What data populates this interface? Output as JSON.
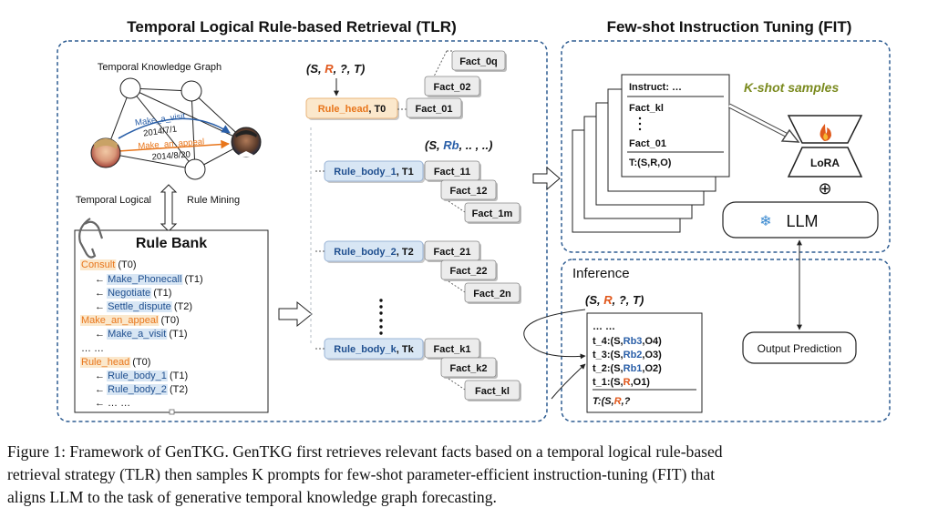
{
  "tlr": {
    "title": "Temporal Logical Rule-based Retrieval (TLR)",
    "tkg_label": "Temporal Knowledge Graph",
    "edge_visit": "Make_a_visit",
    "date_visit": "2014/7/1",
    "edge_appeal": "Make_an_appeal",
    "date_appeal": "2014/8/20",
    "mining_left": "Temporal Logical",
    "mining_right": "Rule Mining",
    "rule_bank": {
      "title": "Rule Bank",
      "lines": [
        {
          "parts": [
            {
              "t": "Consult",
              "c": "head"
            },
            {
              "t": " (T0)",
              "c": "plain"
            }
          ]
        },
        {
          "parts": [
            {
              "t": "← ",
              "c": "plain"
            },
            {
              "t": "Make_Phonecall",
              "c": "body"
            },
            {
              "t": " (T1)",
              "c": "plain"
            }
          ]
        },
        {
          "parts": [
            {
              "t": "← ",
              "c": "plain"
            },
            {
              "t": "Negotiate",
              "c": "body"
            },
            {
              "t": " (T1)",
              "c": "plain"
            }
          ]
        },
        {
          "parts": [
            {
              "t": "← ",
              "c": "plain"
            },
            {
              "t": "Settle_dispute",
              "c": "body"
            },
            {
              "t": " (T2)",
              "c": "plain"
            }
          ]
        },
        {
          "parts": [
            {
              "t": "Make_an_appeal",
              "c": "head"
            },
            {
              "t": " (T0)",
              "c": "plain"
            }
          ]
        },
        {
          "parts": [
            {
              "t": "← ",
              "c": "plain"
            },
            {
              "t": "Make_a_visit",
              "c": "body"
            },
            {
              "t": " (T1)",
              "c": "plain"
            }
          ]
        },
        {
          "parts": [
            {
              "t": "… …",
              "c": "plain"
            }
          ]
        },
        {
          "parts": [
            {
              "t": "Rule_head",
              "c": "head"
            },
            {
              "t": " (T0)",
              "c": "plain"
            }
          ]
        },
        {
          "parts": [
            {
              "t": "← ",
              "c": "plain"
            },
            {
              "t": "Rule_body_1",
              "c": "body"
            },
            {
              "t": " (T1)",
              "c": "plain"
            }
          ]
        },
        {
          "parts": [
            {
              "t": "← ",
              "c": "plain"
            },
            {
              "t": "Rule_body_2",
              "c": "body"
            },
            {
              "t": " (T2)",
              "c": "plain"
            }
          ]
        },
        {
          "parts": [
            {
              "t": "← … …",
              "c": "plain"
            }
          ]
        }
      ]
    },
    "query": {
      "parts": [
        {
          "t": "(S, ",
          "c": "plain"
        },
        {
          "t": "R",
          "c": "red"
        },
        {
          "t": ", ?,  T)",
          "c": "plain"
        }
      ]
    },
    "query_rb": {
      "parts": [
        {
          "t": "(S, ",
          "c": "plain"
        },
        {
          "t": "Rb",
          "c": "blue"
        },
        {
          "t": ", .. , ..)",
          "c": "plain"
        }
      ]
    },
    "rule_head": {
      "name": "Rule_head",
      "time": ", T0",
      "facts": [
        "Fact_0q",
        "Fact_02",
        "Fact_01"
      ]
    },
    "rule_bodies": [
      {
        "name": "Rule_body_1",
        "time": ", T1",
        "facts": [
          "Fact_11",
          "Fact_12",
          "Fact_1m"
        ]
      },
      {
        "name": "Rule_body_2",
        "time": ", T2",
        "facts": [
          "Fact_21",
          "Fact_22",
          "Fact_2n"
        ]
      },
      {
        "name": "Rule_body_k",
        "time": ", Tk",
        "facts": [
          "Fact_k1",
          "Fact_k2",
          "Fact_kl"
        ]
      }
    ]
  },
  "fit": {
    "title": "Few-shot Instruction Tuning (FIT)",
    "instruct": "Instruct: …",
    "fact_kl": "Fact_kl",
    "fact_01": "Fact_01",
    "target": "T:(S,R,O)",
    "kshot": "K-shot samples",
    "lora": "LoRA",
    "plus": "⊕",
    "llm": "LLM",
    "snowflake": "❄"
  },
  "inference": {
    "title": "Inference",
    "query": {
      "parts": [
        {
          "t": "(S, ",
          "c": "plain"
        },
        {
          "t": "R",
          "c": "red"
        },
        {
          "t": ", ?,  T)",
          "c": "plain"
        }
      ]
    },
    "lines": [
      {
        "parts": [
          {
            "t": "… …",
            "c": "plain"
          }
        ]
      },
      {
        "parts": [
          {
            "t": "t_4:(S,",
            "c": "plain"
          },
          {
            "t": "Rb3",
            "c": "blue"
          },
          {
            "t": ",O4)",
            "c": "plain"
          }
        ]
      },
      {
        "parts": [
          {
            "t": "t_3:(S,",
            "c": "plain"
          },
          {
            "t": "Rb2",
            "c": "blue"
          },
          {
            "t": ",O3)",
            "c": "plain"
          }
        ]
      },
      {
        "parts": [
          {
            "t": "t_2:(S,",
            "c": "plain"
          },
          {
            "t": "Rb1",
            "c": "blue"
          },
          {
            "t": ",O2)",
            "c": "plain"
          }
        ]
      },
      {
        "parts": [
          {
            "t": "t_1:(S,",
            "c": "plain"
          },
          {
            "t": "R",
            "c": "red"
          },
          {
            "t": ",O1)",
            "c": "plain"
          }
        ]
      }
    ],
    "last": {
      "parts": [
        {
          "t": "T:(S,",
          "c": "plain"
        },
        {
          "t": "R",
          "c": "red"
        },
        {
          "t": ",?",
          "c": "plain"
        }
      ]
    },
    "output": "Output Prediction"
  },
  "caption": {
    "line1": "Figure 1: Framework of GenTKG. GenTKG first retrieves relevant facts based on a temporal logical rule-based",
    "line2": "retrieval strategy (TLR) then samples K prompts for few-shot parameter-efficient instruction-tuning (FIT) that",
    "line3": "aligns LLM to the task of generative temporal knowledge graph forecasting."
  },
  "colors": {
    "dash_border": "#2f5d92",
    "head_fill": "#fbe8cc",
    "head_text": "#e8761c",
    "body_fill": "#d8e6f4",
    "body_text": "#1f4f8f",
    "fact_fill": "#ececec",
    "red": "#e0561a",
    "blue": "#2a5fa8",
    "kshot": "#7a8a1e"
  }
}
